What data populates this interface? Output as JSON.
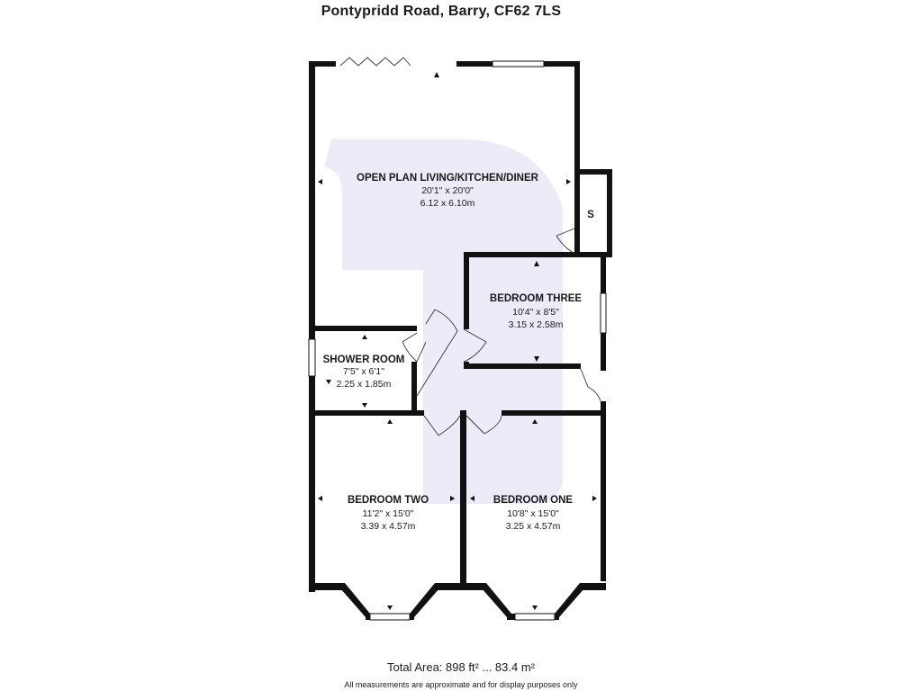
{
  "header": {
    "address": "Pontypridd Road, Barry, CF62 7LS"
  },
  "rooms": {
    "living": {
      "name": "OPEN PLAN LIVING/KITCHEN/DINER",
      "imperial": "20'1\" x 20'0\"",
      "metric": "6.12 x 6.10m"
    },
    "storage": {
      "name": "S"
    },
    "bed3": {
      "name": "BEDROOM THREE",
      "imperial": "10'4\" x 8'5\"",
      "metric": "3.15 x 2.58m"
    },
    "shower": {
      "name": "SHOWER ROOM",
      "imperial": "7'5\" x 6'1\"",
      "metric": "2.25 x 1.85m"
    },
    "bed2": {
      "name": "BEDROOM TWO",
      "imperial": "11'2\" x 15'0\"",
      "metric": "3.39 x 4.57m"
    },
    "bed1": {
      "name": "BEDROOM ONE",
      "imperial": "10'8\" x 15'0\"",
      "metric": "3.25 x 4.57m"
    }
  },
  "footer": {
    "total_area": "Total Area: 898 ft² ... 83.4 m²",
    "disclaimer": "All measurements are approximate and for display purposes only"
  },
  "colors": {
    "wall": "#111111",
    "watermark": "#ecebf7",
    "background": "#ffffff"
  }
}
